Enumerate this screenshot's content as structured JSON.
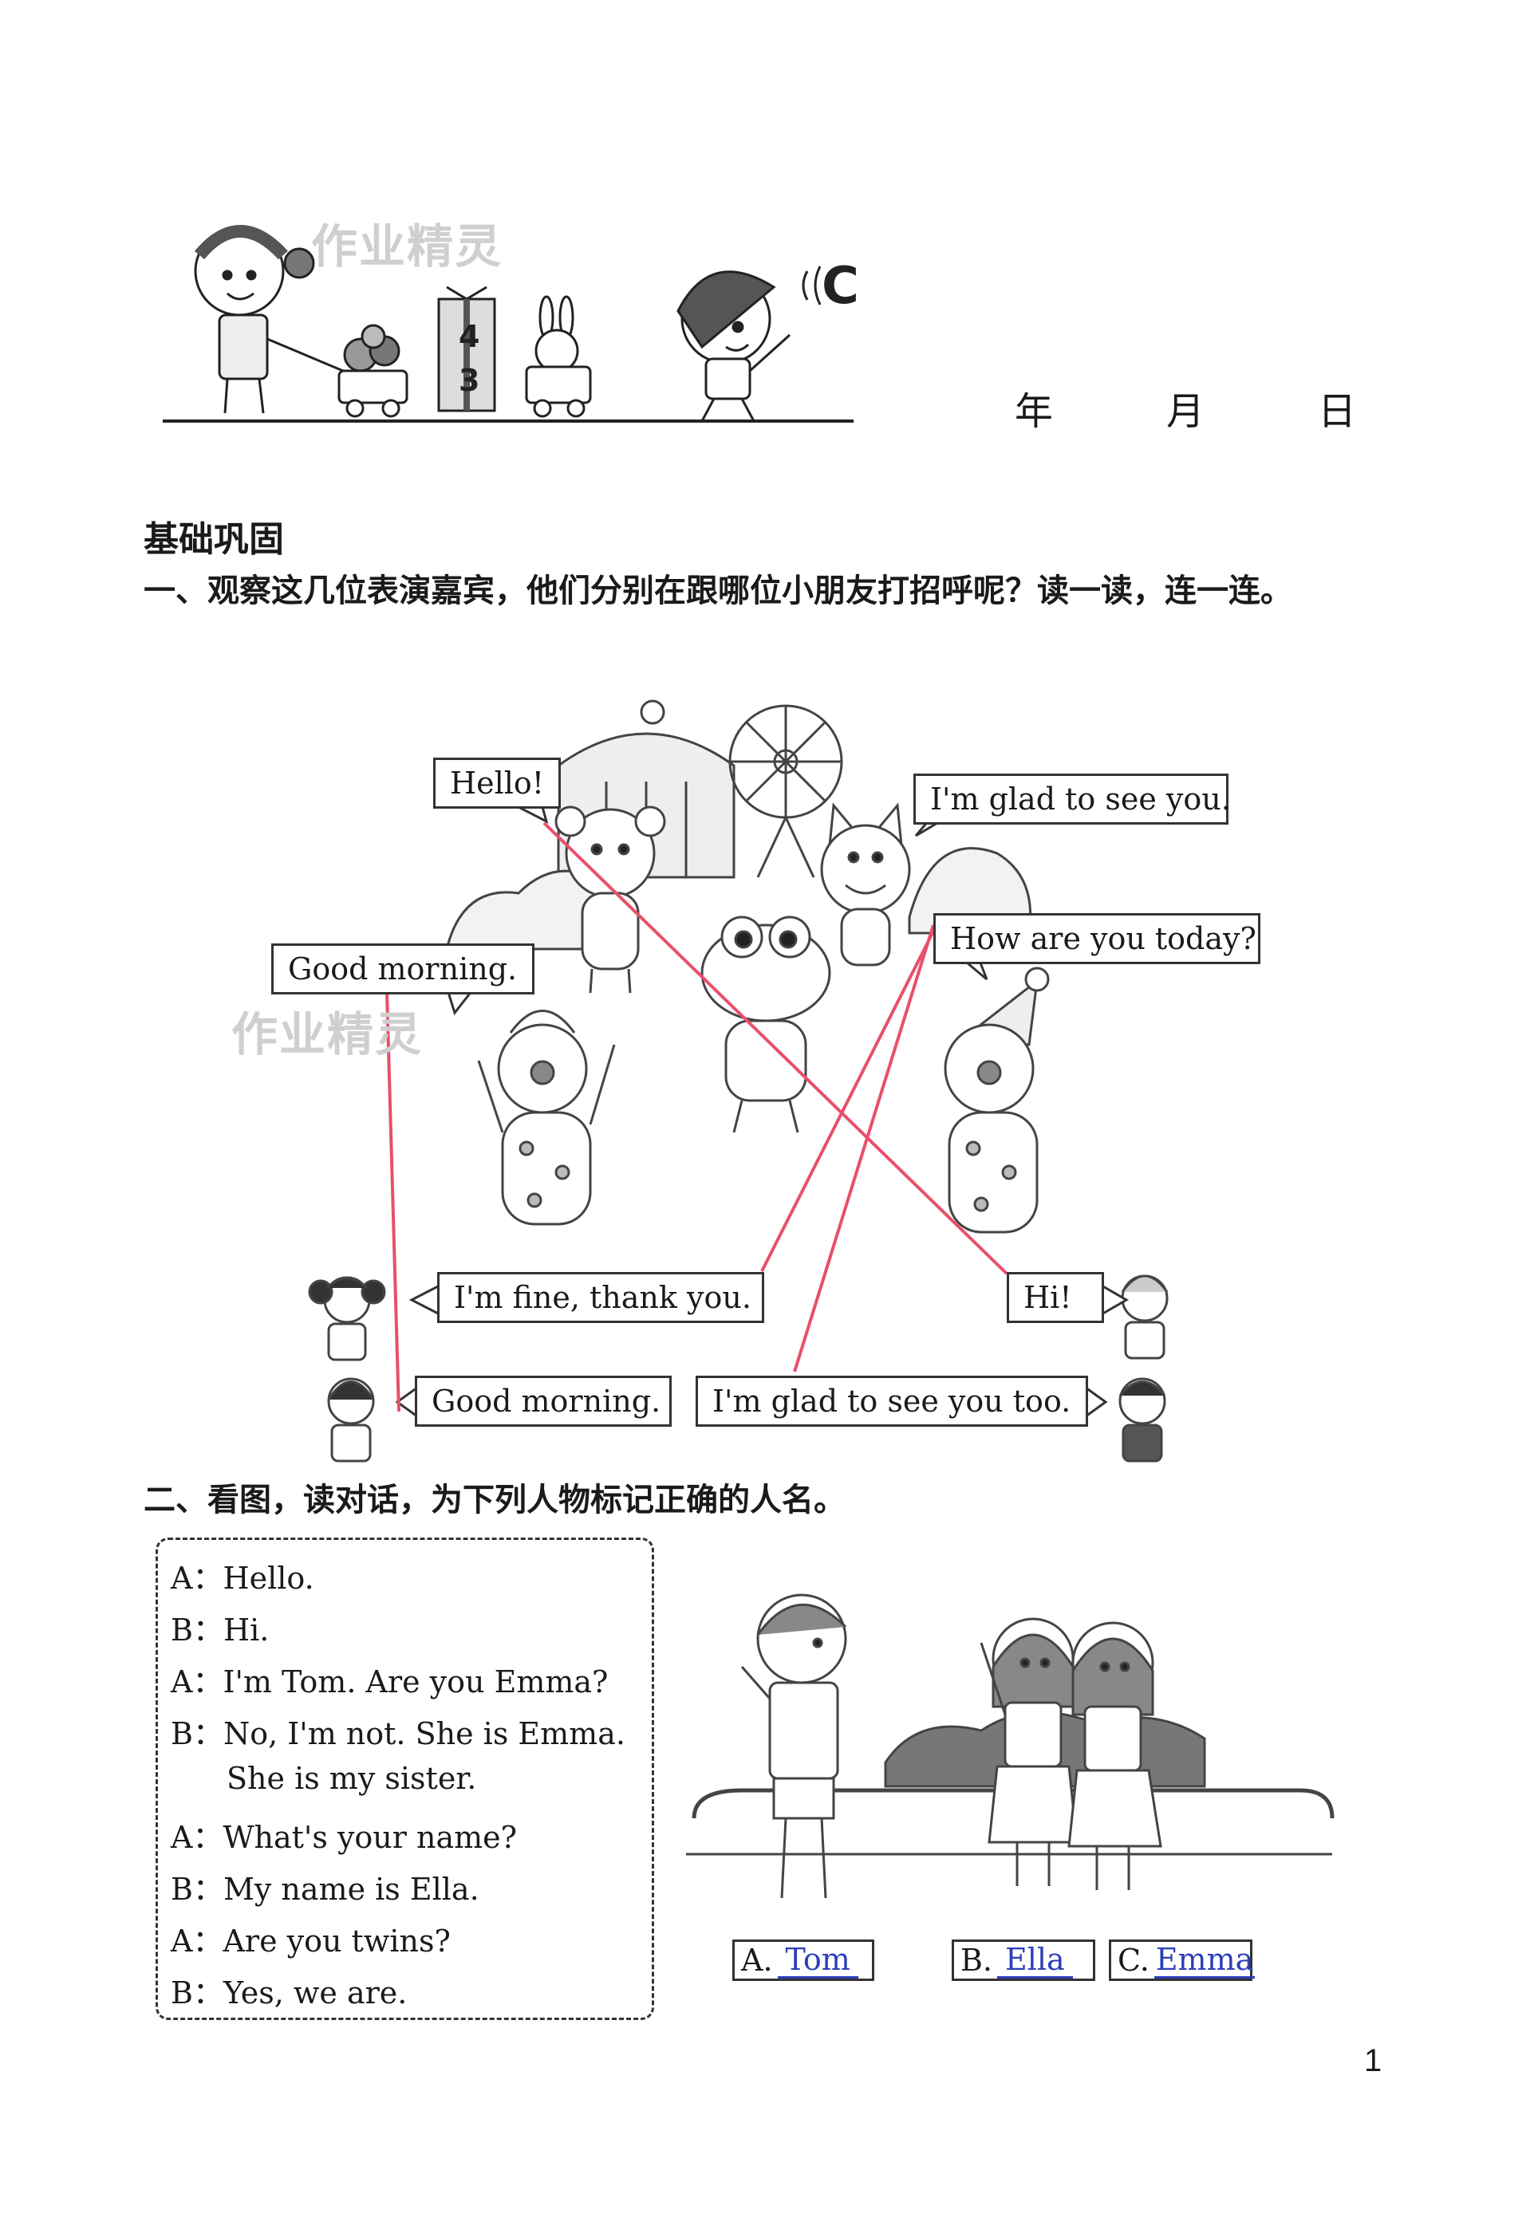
{
  "header": {
    "date_year": "年",
    "date_month": "月",
    "date_day": "日",
    "watermark": "作业精灵",
    "gift_box_numbers": [
      "4",
      "3"
    ],
    "speech_letter": "C"
  },
  "section": {
    "title": "基础巩固"
  },
  "question1": {
    "prompt": "一、观察这几位表演嘉宾，他们分别在跟哪位小朋友打招呼呢？读一读，连一连。",
    "performer_bubbles": [
      "Hello!",
      "I'm glad to see you.",
      "How are you today?",
      "Good morning."
    ],
    "child_bubbles": [
      "I'm fine, thank you.",
      "Hi!",
      "Good morning.",
      "I'm glad to see you too."
    ],
    "line_color": "#e8506a"
  },
  "question2": {
    "prompt": "二、看图，读对话，为下列人物标记正确的人名。",
    "dialogue": [
      {
        "speaker": "A",
        "text": "Hello."
      },
      {
        "speaker": "B",
        "text": "Hi."
      },
      {
        "speaker": "A",
        "text": "I'm Tom. Are you Emma?"
      },
      {
        "speaker": "B",
        "text": "No, I'm not. She is Emma."
      },
      {
        "speaker": "",
        "text": "She is my sister."
      },
      {
        "speaker": "A",
        "text": "What's your name?"
      },
      {
        "speaker": "B",
        "text": "My name is Ella."
      },
      {
        "speaker": "A",
        "text": "Are you twins?"
      },
      {
        "speaker": "B",
        "text": "Yes, we are."
      }
    ],
    "answers": [
      {
        "label": "A.",
        "name": "Tom"
      },
      {
        "label": "B.",
        "name": "Ella"
      },
      {
        "label": "C.",
        "name": "Emma"
      }
    ],
    "answer_color": "#2d3fb8"
  },
  "page_number": "1"
}
